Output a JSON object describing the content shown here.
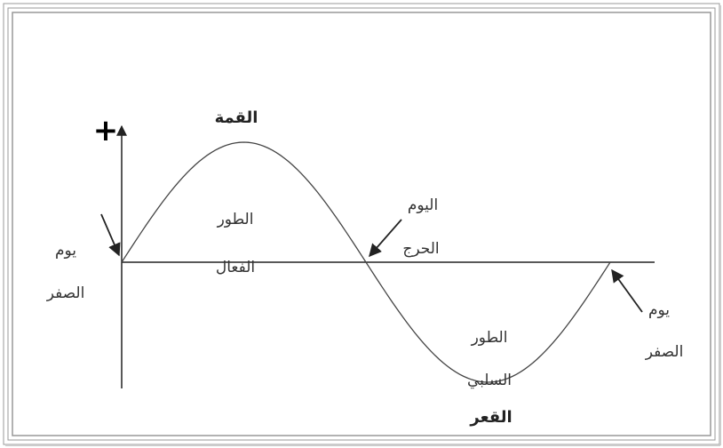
{
  "labels": {
    "plus_sign": "+",
    "peak": "القمة",
    "trough": "القعر",
    "active_phase": [
      "الطور",
      "الفعال"
    ],
    "negative_phase": [
      "الطور",
      "السلبي"
    ],
    "critical_day": [
      "اليوم",
      "الحرج"
    ],
    "zero_day_left": [
      "يوم",
      "الصفر"
    ],
    "zero_day_right": [
      "يوم",
      "الصفر"
    ]
  },
  "colors": {
    "line": "#444444",
    "frame": "#999999",
    "text": "#333333"
  }
}
